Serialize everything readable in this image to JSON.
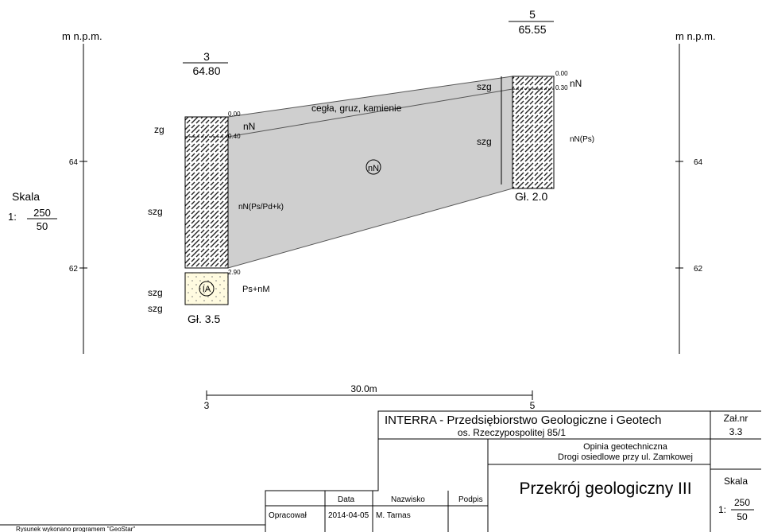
{
  "axis": {
    "left_label": "m n.p.m.",
    "right_label": "m n.p.m.",
    "tick_64": "64",
    "tick_62": "62"
  },
  "scale_box": {
    "label": "Skala",
    "prefix": "1:",
    "horizontal": "250",
    "vertical": "50"
  },
  "borehole_3": {
    "number": "3",
    "elevation": "64.80",
    "depth_top": "0.00",
    "depth_fill": "0.40",
    "depth_bottom": "2.90",
    "total_depth": "Gł. 3.5",
    "strat_zg": "zg",
    "strat_szg_1": "szg",
    "strat_szg_2": "szg",
    "strat_szg_3": "szg"
  },
  "borehole_5": {
    "number": "5",
    "elevation": "65.55",
    "depth_top": "0.00",
    "depth_fill": "0.30",
    "total_depth": "Gł. 2.0",
    "strat_szg_1": "szg",
    "strat_szg_2": "szg"
  },
  "layers": {
    "fill_desc": "cegła, gruz, kamienie",
    "nn_label_3": "nN",
    "nn_label_5": "nN",
    "nn_ps_pd_k": "nN(Ps/Pd+k)",
    "nn_ps": "nN(Ps)",
    "nn_symbol": "nN",
    "ia_symbol": "IA",
    "ps_nm": "Ps+nM"
  },
  "distance": {
    "label": "30.0m",
    "left": "3",
    "right": "5"
  },
  "title_block": {
    "company": "INTERRA - Przedsiębiorstwo Geologiczne i Geotech",
    "address": "os. Rzeczypospolitej 85/1",
    "annex_label": "Zał.nr",
    "annex_value": "3.3",
    "project_line1": "Opinia geotechniczna",
    "project_line2": "Drogi osiedlowe przy ul. Zamkowej",
    "col_data": "Data",
    "col_nazwisko": "Nazwisko",
    "col_podpis": "Podpis",
    "role": "Opracował",
    "date": "2014-04-05",
    "name": "M. Tarnas",
    "drawing_title": "Przekrój geologiczny III",
    "scale_label": "Skala",
    "scale_prefix": "1:",
    "scale_h": "250",
    "scale_v": "50"
  },
  "footer": "Rysunek wykonano programem \"GeoStar\""
}
